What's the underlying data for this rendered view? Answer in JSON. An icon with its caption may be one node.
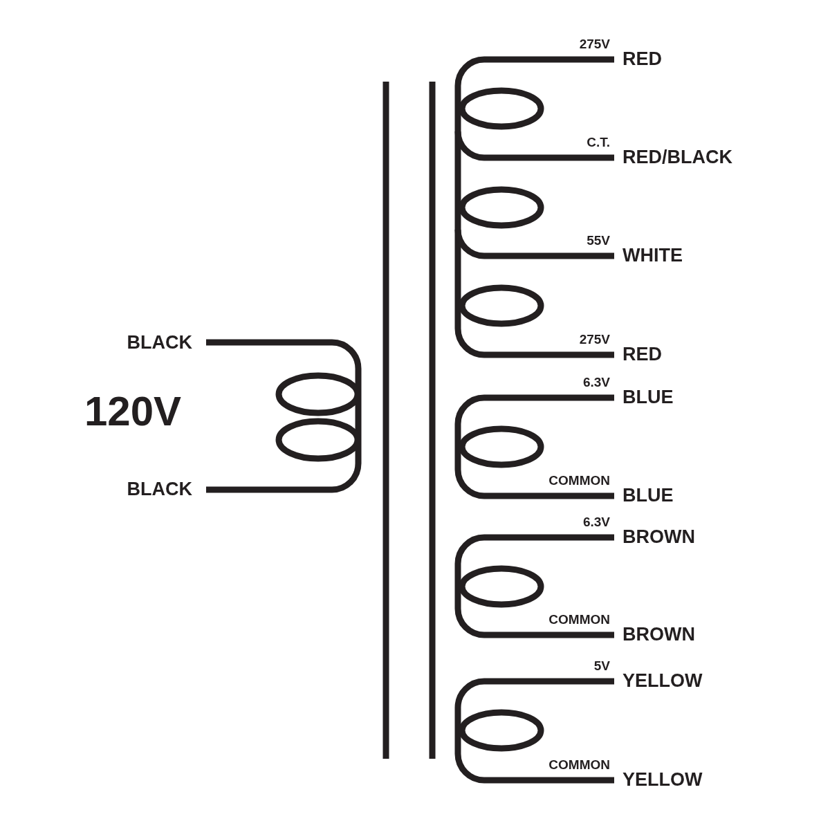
{
  "diagram": {
    "labels": [
      "BLACK",
      "120V",
      "BLACK",
      "275V",
      "RED",
      "C.T.",
      "RED/BLACK",
      "55V",
      "WHITE",
      "275V",
      "RED",
      "6.3V",
      "BLUE",
      "COMMON",
      "BLUE",
      "6.3V",
      "BROWN",
      "COMMON",
      "BROWN",
      "5V",
      "YELLOW",
      "COMMON",
      "YELLOW"
    ]
  }
}
